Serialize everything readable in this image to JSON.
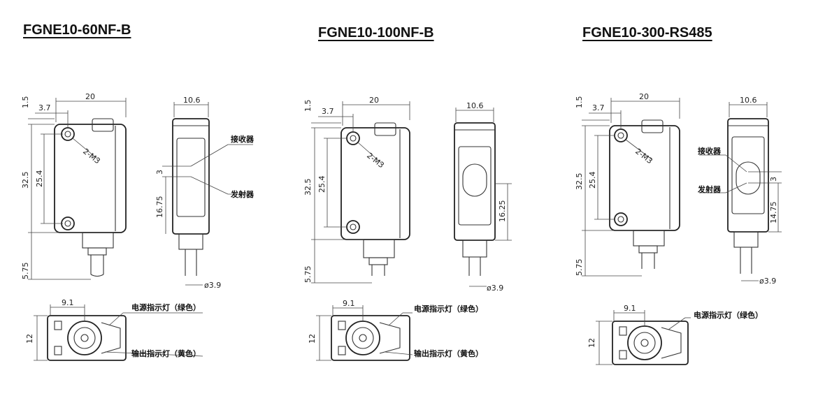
{
  "panels": [
    {
      "title": "FGNE10-60NF-B",
      "dims": {
        "w": "20",
        "w2": "10.6",
        "d1": "1.5",
        "d2": "3.7",
        "h1": "32.5",
        "h2": "25.4",
        "h3": "3",
        "h4": "16.75",
        "h5": "5.75",
        "dia": "ø3.9",
        "bw": "9.1",
        "bh": "12"
      },
      "thread": "2-M3",
      "receiver": "接收器",
      "emitter": "发射器",
      "power_led": "电源指示灯（绿色）",
      "output_led": "输出指示灯（黄色）"
    },
    {
      "title": "FGNE10-100NF-B",
      "dims": {
        "w": "20",
        "w2": "10.6",
        "d1": "1.5",
        "d2": "3.7",
        "h1": "32.5",
        "h2": "25.4",
        "h4": "16.25",
        "h5": "5.75",
        "dia": "ø3.9",
        "bw": "9.1",
        "bh": "12"
      },
      "thread": "2-M3",
      "power_led": "电源指示灯（绿色）",
      "output_led": "输出指示灯（黄色）"
    },
    {
      "title": "FGNE10-300-RS485",
      "dims": {
        "w": "20",
        "w2": "10.6",
        "d1": "1.5",
        "d2": "3.7",
        "h1": "32.5",
        "h2": "25.4",
        "h3": "3",
        "h4": "14.75",
        "h5": "5.75",
        "dia": "ø3.9",
        "bw": "9.1",
        "bh": "12"
      },
      "thread": "2-M3",
      "receiver": "接收器",
      "emitter": "发射器",
      "power_led": "电源指示灯（绿色）"
    }
  ],
  "icons": [
    "mounting-hole-icon",
    "lens-icon",
    "connector-icon"
  ]
}
